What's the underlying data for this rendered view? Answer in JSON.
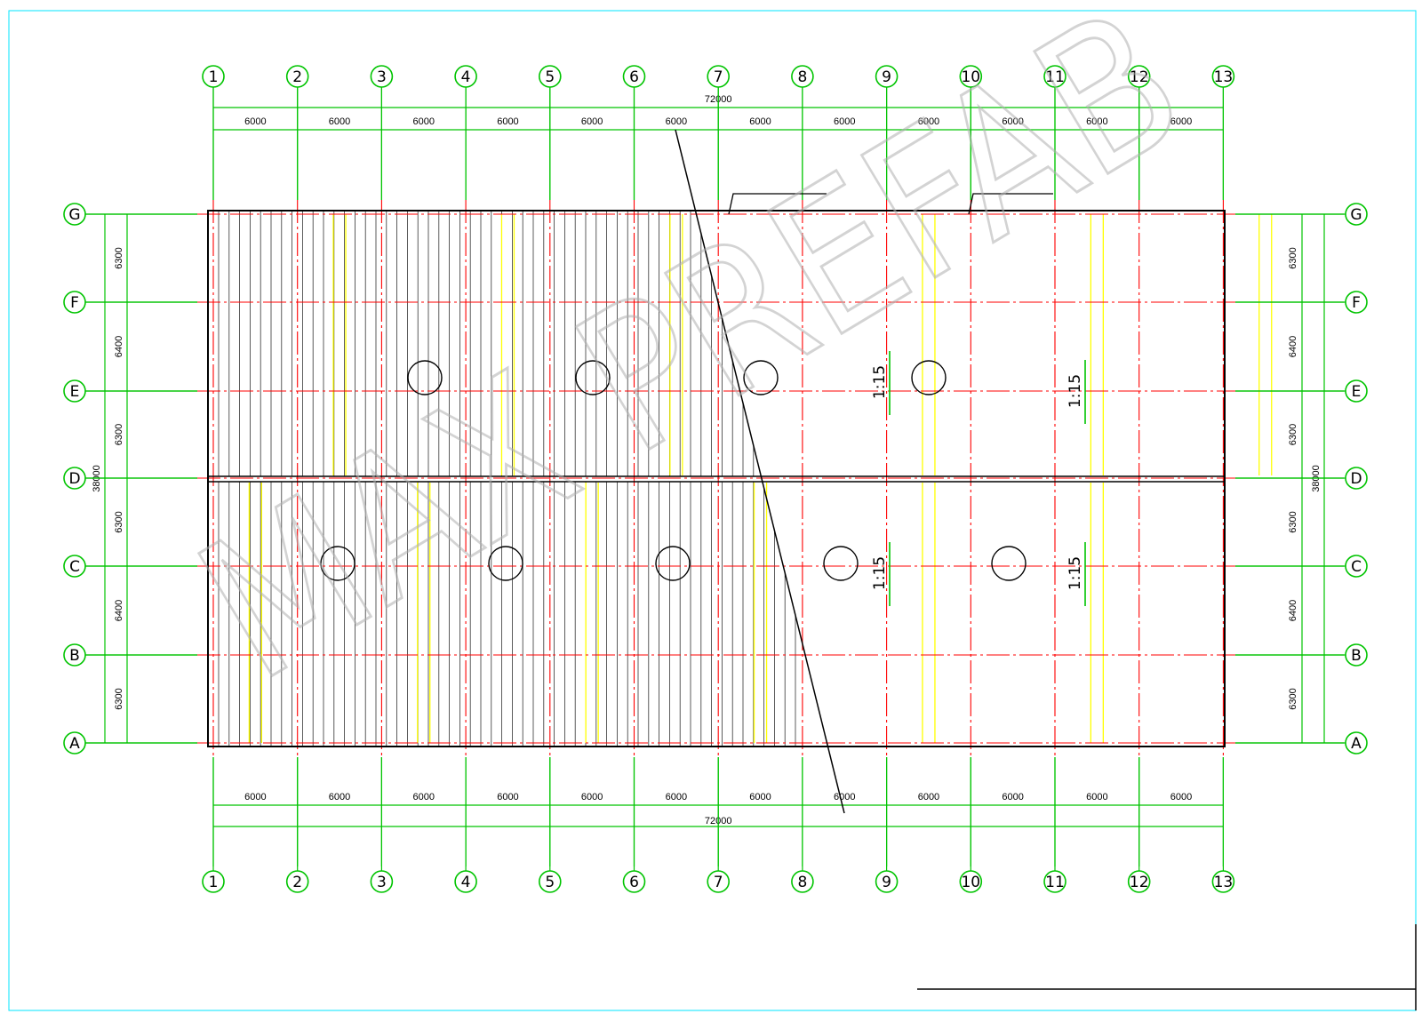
{
  "grid_x": {
    "labels": [
      "1",
      "2",
      "3",
      "4",
      "5",
      "6",
      "7",
      "8",
      "9",
      "10",
      "11",
      "12",
      "13"
    ],
    "spacings": [
      "6000",
      "6000",
      "6000",
      "6000",
      "6000",
      "6000",
      "6000",
      "6000",
      "6000",
      "6000",
      "6000",
      "6000"
    ],
    "total": "72000"
  },
  "grid_y": {
    "labels": [
      "G",
      "F",
      "E",
      "D",
      "C",
      "B",
      "A"
    ],
    "spacings": [
      "6300",
      "6400",
      "6300",
      "6300",
      "6400",
      "6300"
    ],
    "total": "38000"
  },
  "slopes": [
    "1:15",
    "1:15",
    "1:15",
    "1:15"
  ],
  "watermark": "MAX PREFAB",
  "colors": {
    "grid_line": "#ff0000",
    "axis_marker": "#00c400",
    "dimension": "#00c400",
    "bracing": "#ffff00",
    "outline": "#000000",
    "frame": "#00e5ff",
    "watermark": "#c8c8c8",
    "watermark_accent": "#e8f0c0"
  }
}
